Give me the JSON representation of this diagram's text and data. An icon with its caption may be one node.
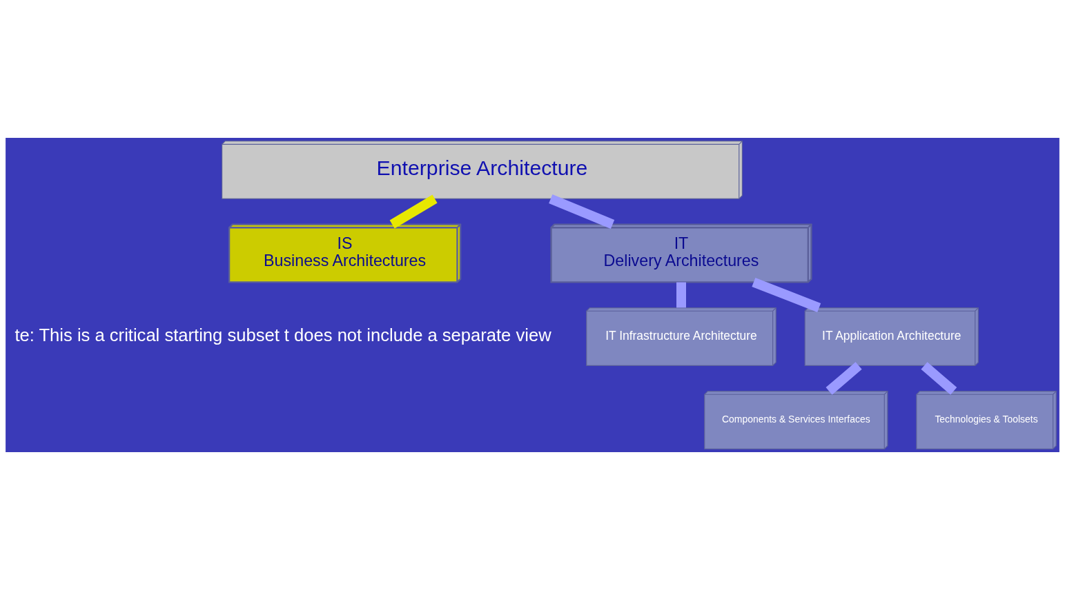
{
  "diagram": {
    "nodes": [
      {
        "text": [
          "Enterprise Architecture"
        ]
      },
      {
        "text": [
          "IS",
          "Business Architectures"
        ]
      },
      {
        "text": [
          "IT",
          "Delivery Architectures"
        ]
      },
      {
        "text": [
          "IT Infrastructure Architecture"
        ]
      },
      {
        "text": [
          "IT Application Architecture"
        ]
      },
      {
        "text": [
          "Components & Services Interfaces"
        ]
      },
      {
        "text": [
          "Technologies & Toolsets"
        ]
      }
    ],
    "edges": [
      {
        "from": 0,
        "to": 1,
        "arrow": "none",
        "color": "#e8e800"
      },
      {
        "from": 0,
        "to": 2,
        "arrow": "none"
      },
      {
        "from": 2,
        "to": 3,
        "arrow": "none"
      },
      {
        "from": 2,
        "to": 4,
        "arrow": "none"
      },
      {
        "from": 4,
        "to": 5,
        "arrow": "none"
      },
      {
        "from": 4,
        "to": 6,
        "arrow": "none"
      }
    ],
    "labels": [
      "te: This is a critical starting subset t does not include a separate view"
    ]
  }
}
